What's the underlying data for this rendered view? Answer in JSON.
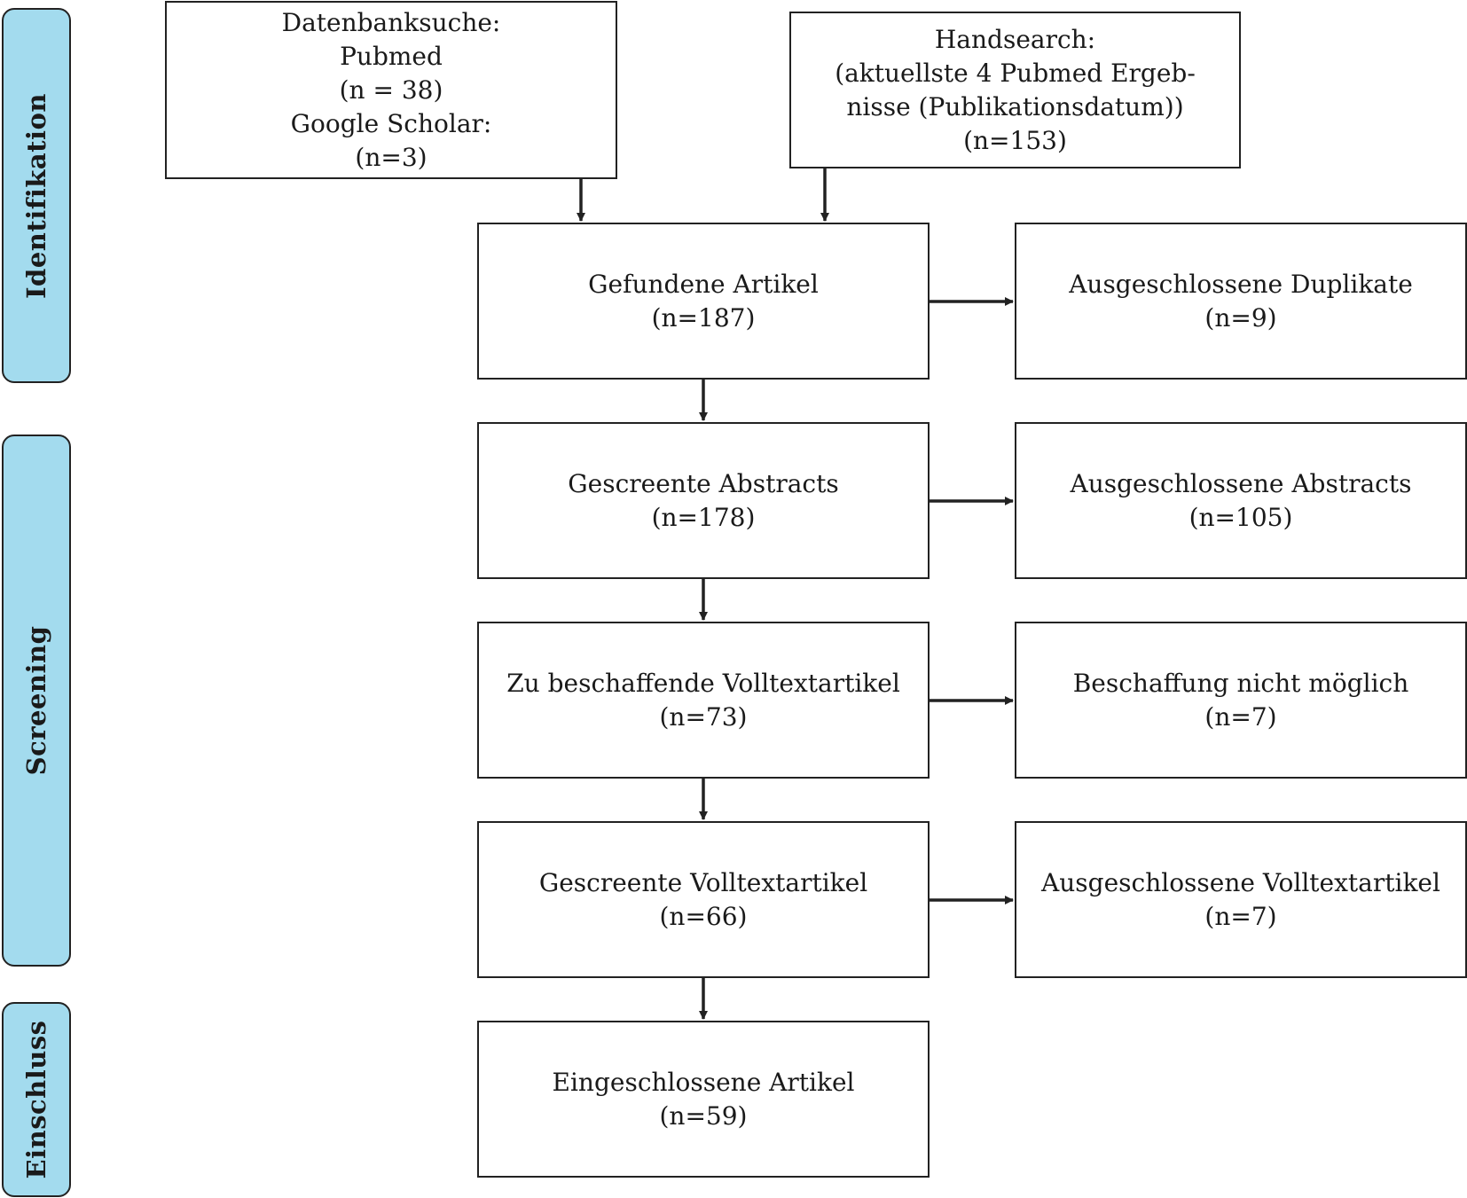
{
  "phases": {
    "identification": "Identifikation",
    "screening": "Screening",
    "inclusion": "Einschluss"
  },
  "sources": {
    "database": {
      "lines": [
        "Datenbanksuche:",
        "Pubmed",
        "(n = 38)",
        "Google Scholar:",
        "(n=3)"
      ]
    },
    "handsearch": {
      "lines": [
        "Handsearch:",
        "(aktuellste 4 Pubmed Ergeb-",
        "nisse (Publikationsdatum))",
        "(n=153)"
      ]
    }
  },
  "main": {
    "found": {
      "title": "Gefundene Artikel",
      "count": "(n=187)"
    },
    "abstracts": {
      "title": "Gescreente Abstracts",
      "count": "(n=178)"
    },
    "to_obtain": {
      "title": "Zu beschaffende Volltextartikel",
      "count": "(n=73)"
    },
    "fulltext": {
      "title": "Gescreente Volltextartikel",
      "count": "(n=66)"
    },
    "included": {
      "title": "Eingeschlossene Artikel",
      "count": "(n=59)"
    }
  },
  "excluded": {
    "duplicates": {
      "title": "Ausgeschlossene Duplikate",
      "count": "(n=9)"
    },
    "abstracts": {
      "title": "Ausgeschlossene Abstracts",
      "count": "(n=105)"
    },
    "not_obtainable": {
      "title": "Beschaffung nicht möglich",
      "count": "(n=7)"
    },
    "fulltext": {
      "title": "Ausgeschlossene Volltextartikel",
      "count": "(n=7)"
    }
  },
  "colors": {
    "phase_fill": "#a3dbee",
    "stroke": "#222222"
  }
}
